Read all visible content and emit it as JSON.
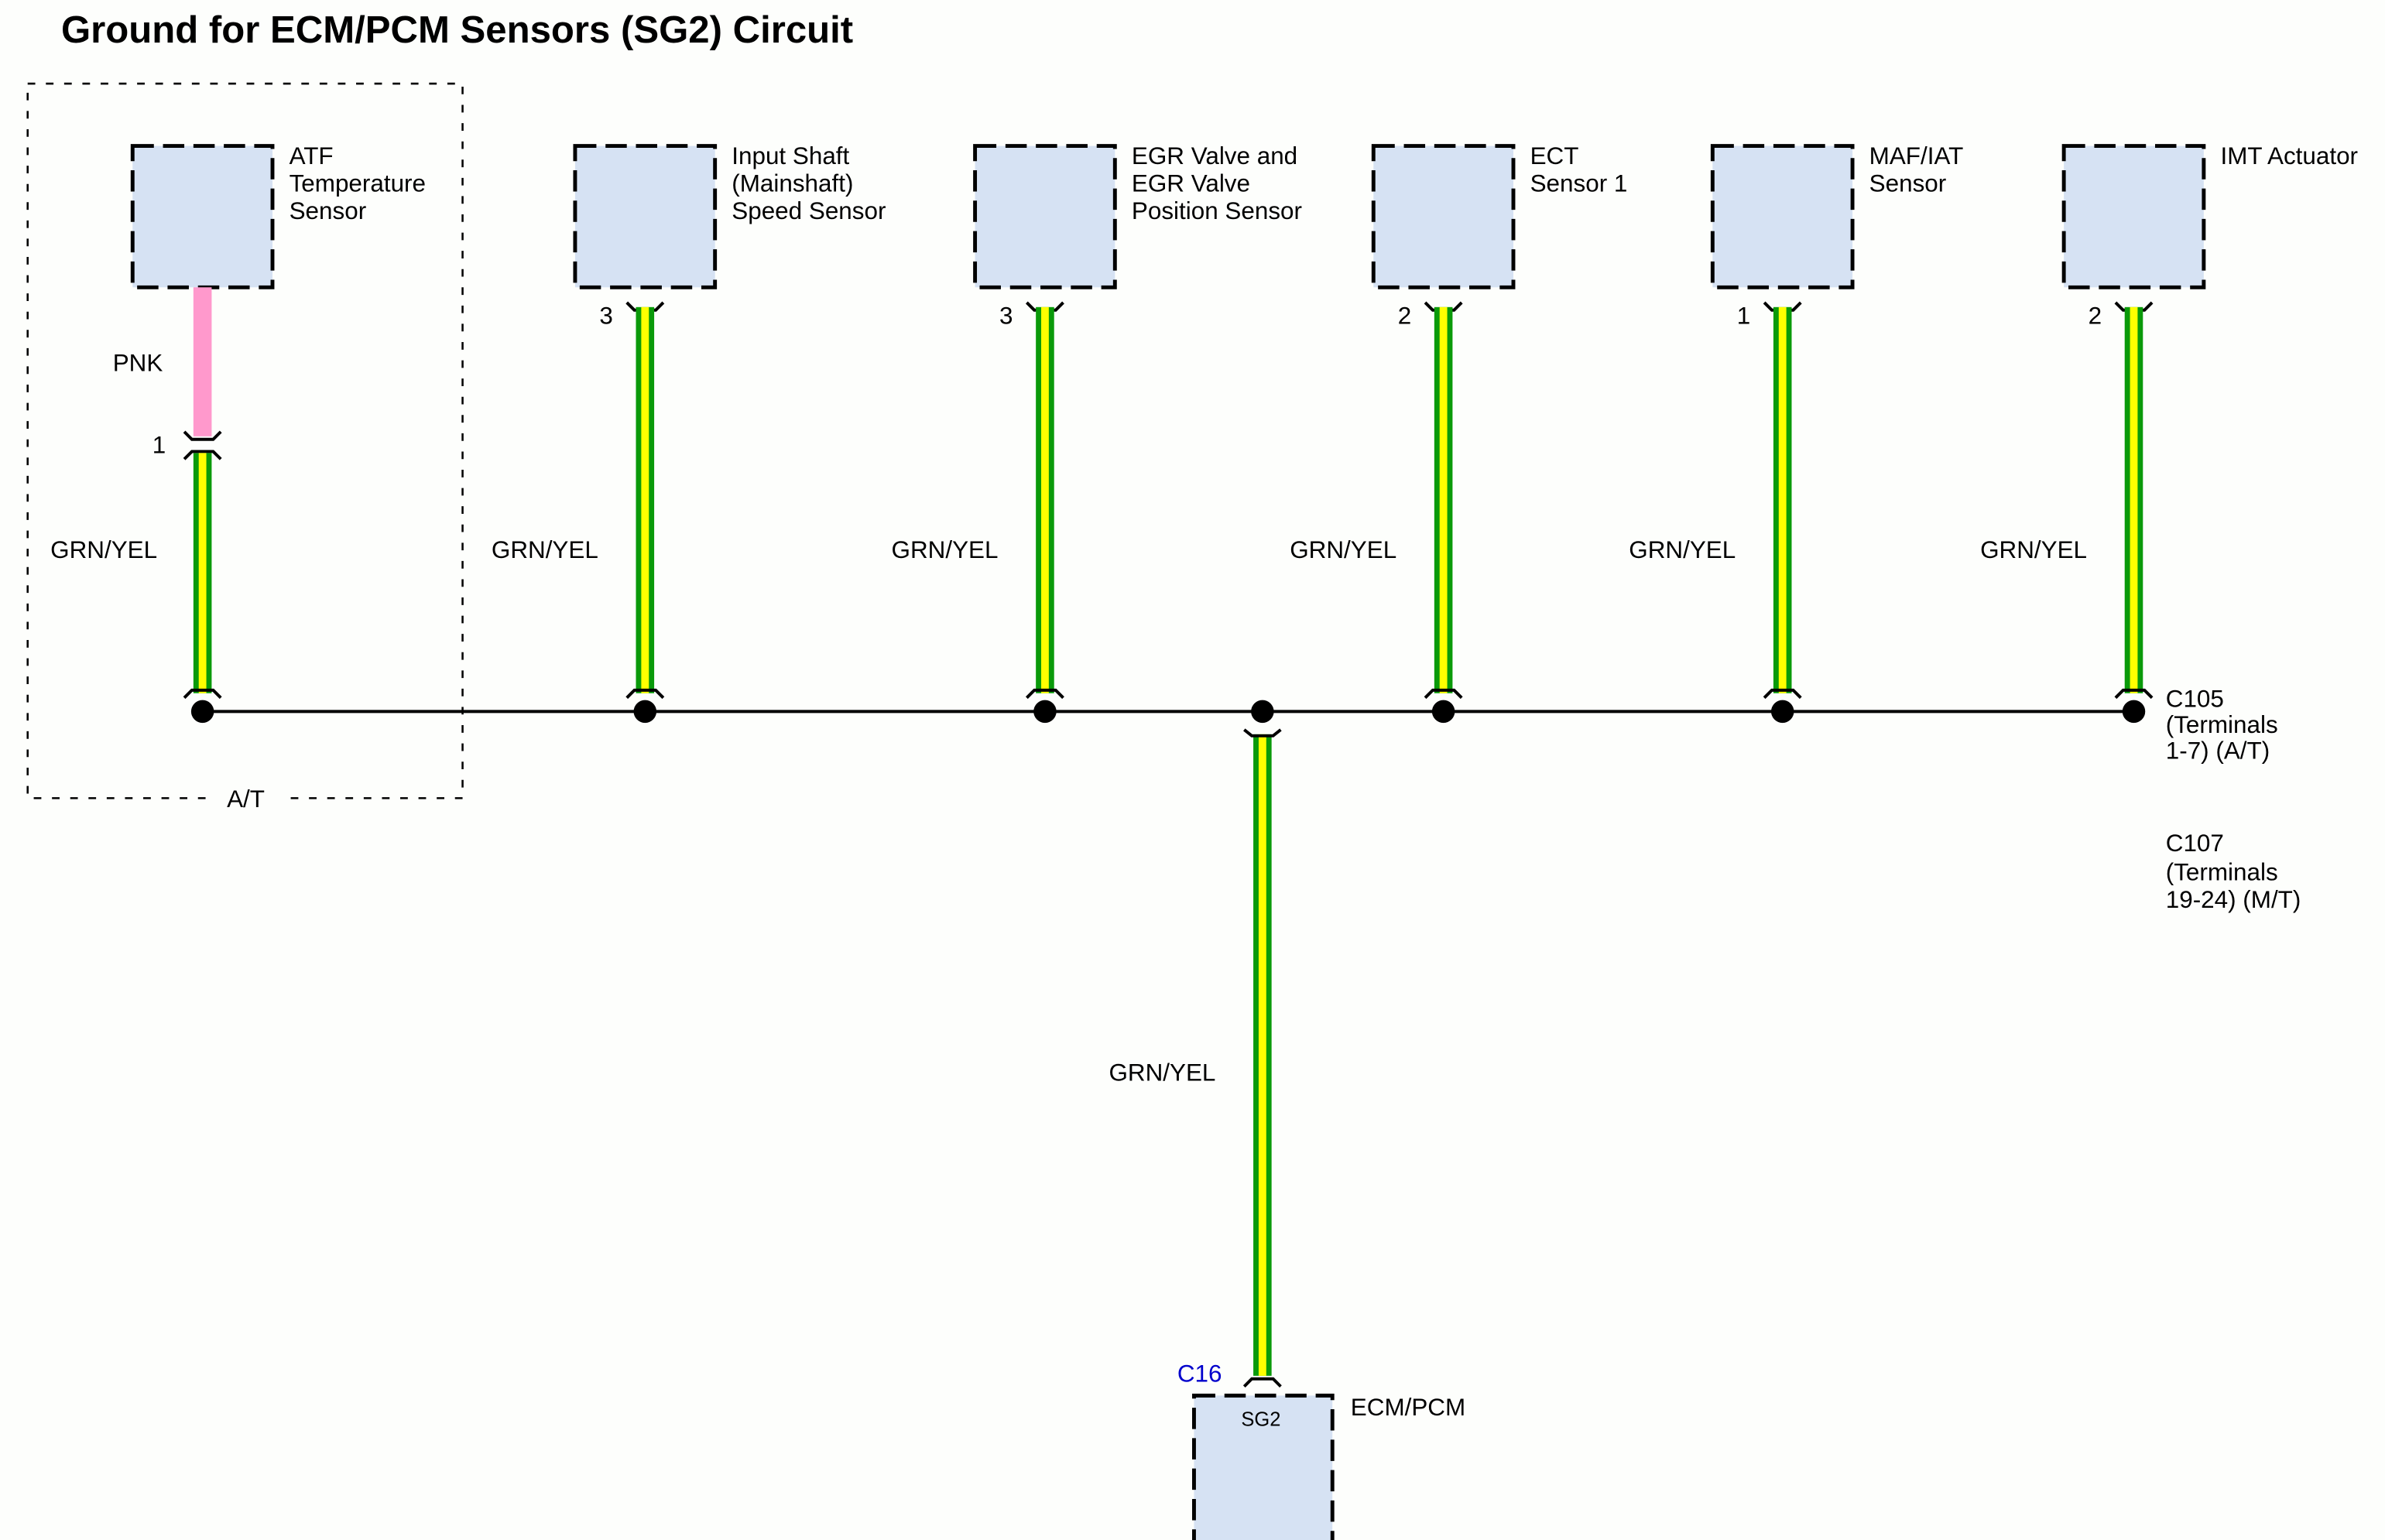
{
  "title": "Ground for ECM/PCM Sensors (SG2) Circuit",
  "colors": {
    "component_fill": "#d6e2f3",
    "wire_green": "#0a9a0a",
    "wire_yellow": "#ffff00",
    "wire_pink": "#ff99cc",
    "connector_label": "#0000cc",
    "background": "#fdfefc"
  },
  "at_group_label": "A/T",
  "components": [
    {
      "name": "atf-temperature-sensor",
      "label_lines": [
        "ATF",
        "Temperature",
        "Sensor"
      ],
      "pin": "1",
      "wire_color": "GRN/YEL",
      "upper_wire_color": "PNK",
      "in_at_group": true
    },
    {
      "name": "input-shaft-speed-sensor",
      "label_lines": [
        "Input Shaft",
        "(Mainshaft)",
        "Speed Sensor"
      ],
      "pin": "3",
      "wire_color": "GRN/YEL"
    },
    {
      "name": "egr-valve-position-sensor",
      "label_lines": [
        "EGR Valve and",
        "EGR Valve",
        "Position Sensor"
      ],
      "pin": "3",
      "wire_color": "GRN/YEL"
    },
    {
      "name": "ect-sensor-1",
      "label_lines": [
        "ECT",
        "Sensor 1"
      ],
      "pin": "2",
      "wire_color": "GRN/YEL"
    },
    {
      "name": "maf-iat-sensor",
      "label_lines": [
        "MAF/IAT",
        "Sensor"
      ],
      "pin": "1",
      "wire_color": "GRN/YEL"
    },
    {
      "name": "imt-actuator",
      "label_lines": [
        "IMT Actuator"
      ],
      "pin": "2",
      "wire_color": "GRN/YEL"
    }
  ],
  "bus_connectors": {
    "c105_lines": [
      "C105",
      "(Terminals",
      "1-7) (A/T)"
    ],
    "c107_lines": [
      "C107",
      "(Terminals",
      "19-24) (M/T)"
    ]
  },
  "trunk": {
    "wire_color": "GRN/YEL",
    "connector": "C16",
    "pin_label": "SG2",
    "module": "ECM/PCM"
  }
}
